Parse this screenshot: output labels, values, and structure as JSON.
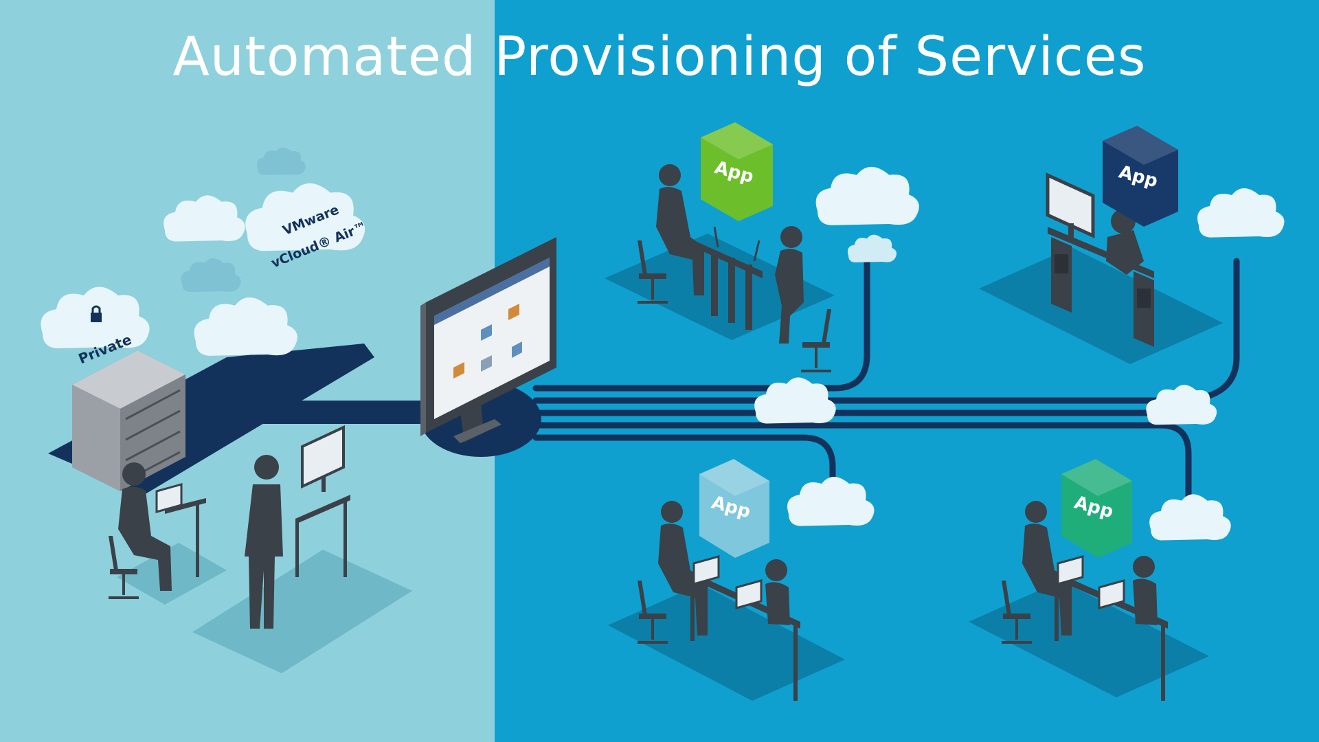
{
  "title": "Automated Provisioning of Services",
  "clouds": {
    "private_label": "Private",
    "vcloud_line1": "VMware",
    "vcloud_line2": "vCloud® Air™"
  },
  "app_badges": [
    {
      "label": "App",
      "color": "#6cbf2a"
    },
    {
      "label": "App",
      "color": "#173a6b"
    },
    {
      "label": "App",
      "color": "#7fc7dc"
    },
    {
      "label": "App",
      "color": "#1fae7a"
    }
  ],
  "colors": {
    "left_panel": "#8fd0dd",
    "right_panel": "#0fa0cf",
    "network_line": "#13325b",
    "figure": "#3a4148",
    "cloud": "#e8f6fb",
    "floor_shadow": "#0b7fa8"
  }
}
